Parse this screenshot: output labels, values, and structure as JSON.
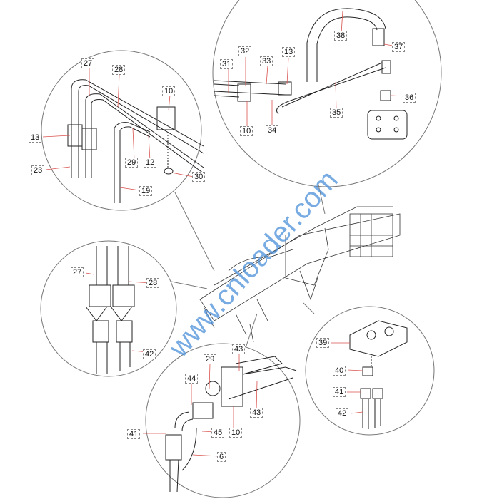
{
  "diagram": {
    "watermark": "www.cnloader.com",
    "leader_color": "#d9534f",
    "watermark_color": "#4a90d9",
    "detail_top_left": [
      "27",
      "28",
      "10",
      "13",
      "23",
      "29",
      "12",
      "30",
      "19"
    ],
    "detail_top_right": [
      "38",
      "37",
      "32",
      "31",
      "33",
      "13",
      "36",
      "35",
      "10",
      "34"
    ],
    "detail_mid_left": [
      "27",
      "28",
      "42"
    ],
    "detail_bottom_mid": [
      "43",
      "29",
      "44",
      "43",
      "41",
      "45",
      "10",
      "6"
    ],
    "detail_bottom_right": [
      "39",
      "40",
      "41",
      "42"
    ]
  }
}
